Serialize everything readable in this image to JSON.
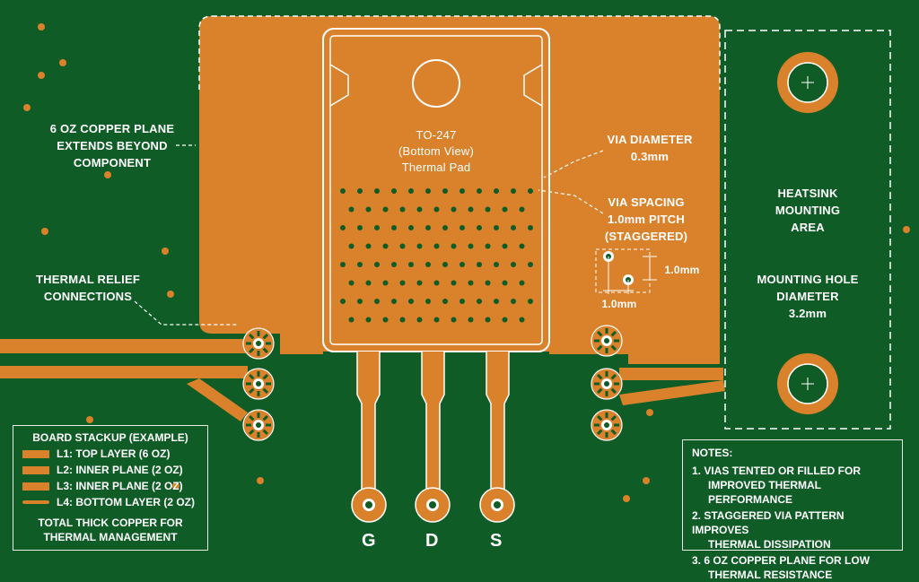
{
  "colors": {
    "board": "#0f5c26",
    "copper": "#d9822b",
    "silk": "#ffffff"
  },
  "labels": {
    "copper_plane": [
      "6 OZ COPPER PLANE",
      "EXTENDS BEYOND",
      "COMPONENT"
    ],
    "thermal_relief": [
      "THERMAL RELIEF",
      "CONNECTIONS"
    ],
    "package": [
      "TO-247",
      "(Bottom View)",
      "Thermal Pad"
    ],
    "via_diameter": [
      "VIA DIAMETER",
      "0.3mm"
    ],
    "via_spacing": [
      "VIA SPACING",
      "1.0mm PITCH",
      "(STAGGERED)"
    ],
    "dim_vertical": "1.0mm",
    "dim_horizontal": "1.0mm",
    "heatsink": [
      "HEATSINK",
      "MOUNTING",
      "AREA"
    ],
    "mounting_hole": [
      "MOUNTING HOLE",
      "DIAMETER",
      "3.2mm"
    ]
  },
  "pins": [
    "G",
    "D",
    "S"
  ],
  "stackup": {
    "title": "BOARD STACKUP (EXAMPLE)",
    "layers": [
      "L1:  TOP LAYER (6 OZ)",
      "L2:  INNER PLANE (2 OZ)",
      "L3:  INNER PLANE (2 OZ)",
      "L4:  BOTTOM LAYER (2 OZ)"
    ],
    "footer": [
      "TOTAL THICK COPPER FOR",
      "THERMAL MANAGEMENT"
    ]
  },
  "notes": {
    "title": "NOTES:",
    "items": [
      [
        "1.  VIAS TENTED OR FILLED FOR",
        "IMPROVED THERMAL PERFORMANCE"
      ],
      [
        "2.  STAGGERED VIA PATTERN IMPROVES",
        "THERMAL DISSIPATION"
      ],
      [
        "3.  6 OZ COPPER PLANE FOR LOW",
        "THERMAL RESISTANCE"
      ]
    ]
  }
}
